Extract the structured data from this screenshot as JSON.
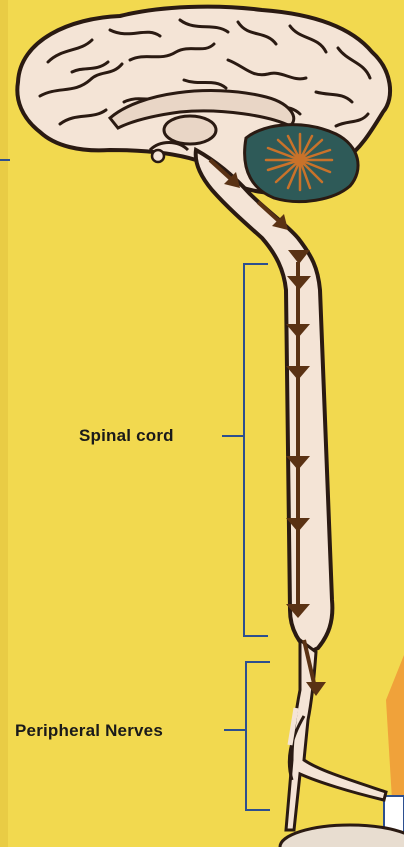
{
  "labels": {
    "spinal_cord": "Spinal cord",
    "peripheral_nerves": "Peripheral Nerves"
  },
  "colors": {
    "background": "#f2d94f",
    "tissue": "#f4e4d6",
    "outline": "#2a1a12",
    "arrow": "#5a3214",
    "cerebellum": "#2e5a58",
    "bracket": "#2d4f8f"
  },
  "icons": {
    "brain": "brain-illustration",
    "cerebellum": "cerebellum-illustration",
    "arrow": "down-arrow-icon"
  }
}
